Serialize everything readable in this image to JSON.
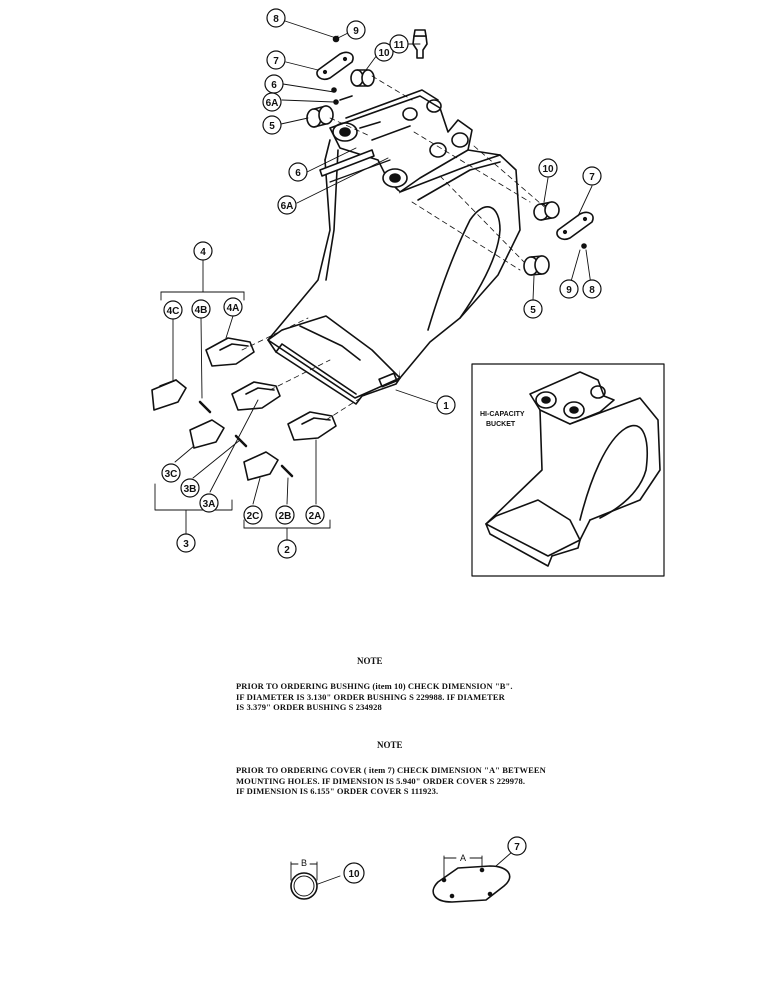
{
  "callouts": {
    "c8_top": "8",
    "c9_top": "9",
    "c7_top": "7",
    "c10_top": "10",
    "c11": "11",
    "c6_upper": "6",
    "c6a_upper": "6A",
    "c5_left": "5",
    "c6_mid": "6",
    "c6a_left": "6A",
    "c10_right": "10",
    "c7_right": "7",
    "c9_right": "9",
    "c8_right": "8",
    "c5_right": "5",
    "c1": "1",
    "c4": "4",
    "c4c": "4C",
    "c4b": "4B",
    "c4a": "4A",
    "c3c": "3C",
    "c3b": "3B",
    "c3a": "3A",
    "c3": "3",
    "c2c": "2C",
    "c2b": "2B",
    "c2a": "2A",
    "c2": "2",
    "c10_detail": "10",
    "c7_detail": "7"
  },
  "inset": {
    "label_line1": "HI-CAPACITY",
    "label_line2": "BUCKET"
  },
  "details": {
    "dim_b": "B",
    "dim_a": "A"
  },
  "notes": [
    {
      "title": "NOTE",
      "lines": [
        "PRIOR TO ORDERING BUSHING (item 10) CHECK DIMENSION \"B\".",
        "IF DIAMETER IS 3.130\" ORDER BUSHING S 229988. IF DIAMETER",
        "IS 3.379\" ORDER BUSHING S 234928"
      ]
    },
    {
      "title": "NOTE",
      "lines": [
        "PRIOR TO ORDERING COVER ( item 7) CHECK DIMENSION \"A\" BETWEEN",
        "MOUNTING HOLES. IF DIMENSION IS 5.940\" ORDER COVER S 229978.",
        "IF DIMENSION IS 6.155\" ORDER COVER S 111923."
      ]
    }
  ]
}
